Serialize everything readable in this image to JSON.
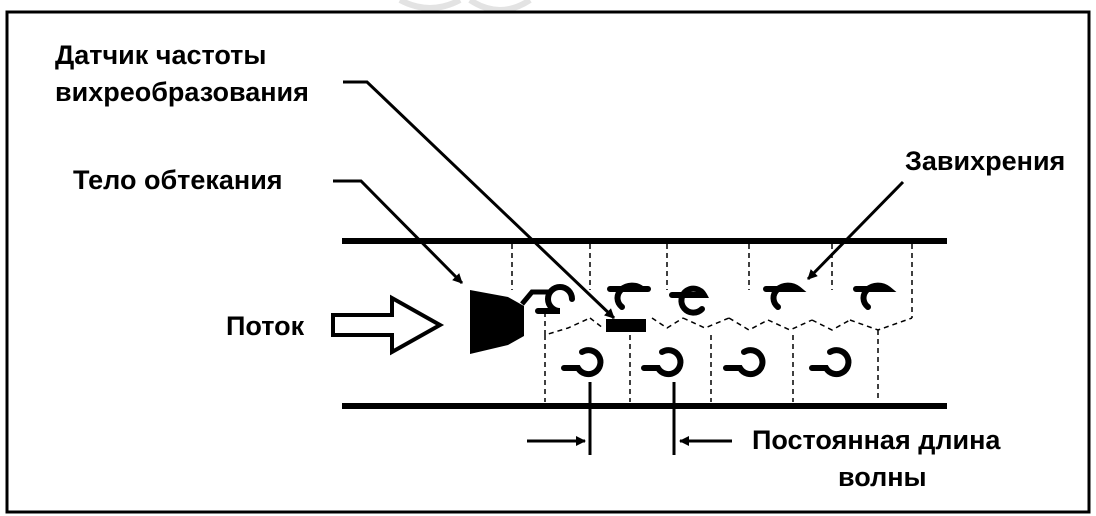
{
  "labels": {
    "sensor_line1": "Датчик частоты",
    "sensor_line2": "вихреобразования",
    "bluff_body": "Тело обтекания",
    "vortices": "Завихрения",
    "flow": "Поток",
    "wavelength_line1": "Постоянная длина",
    "wavelength_line2": "волны"
  }
}
